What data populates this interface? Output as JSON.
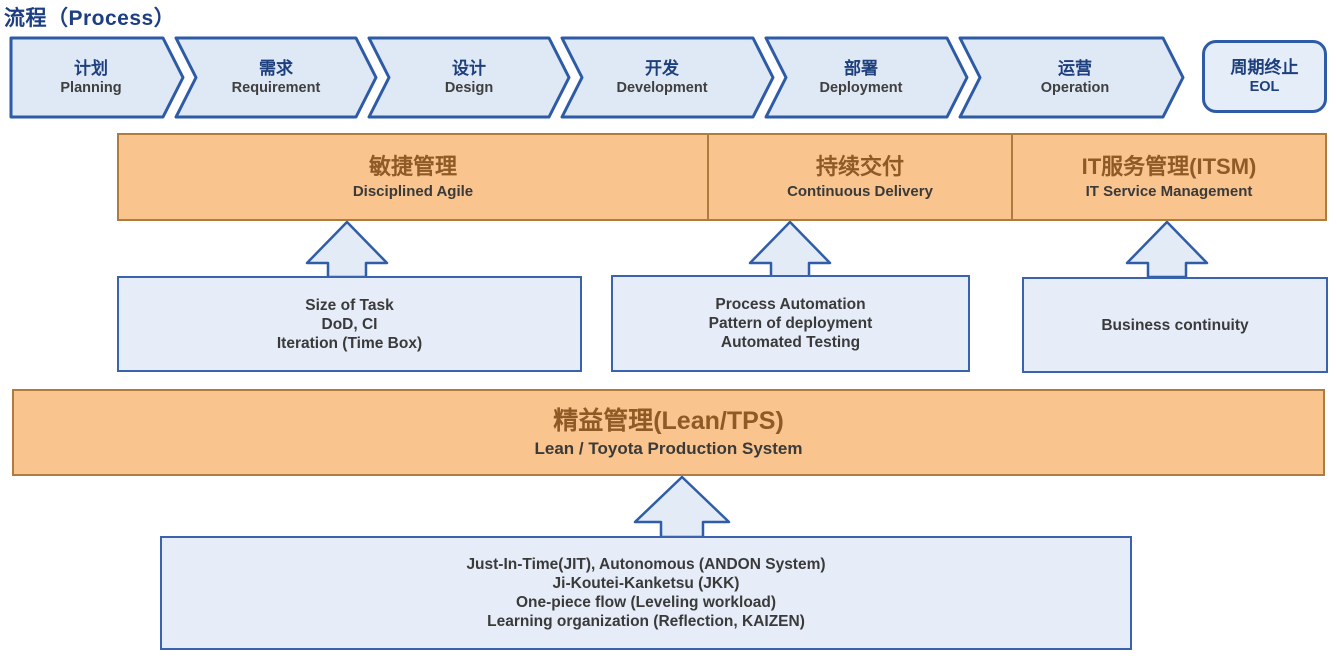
{
  "title": "流程（Process）",
  "colors": {
    "blue_border": "#2e5ba6",
    "blue_fill": "#dfe8f5",
    "blue_box_fill": "#e7edf8",
    "blue_box_border": "#3a63ad",
    "blue_text": "#1e3f7d",
    "orange_fill": "#f9c48d",
    "orange_border": "#ae7c3e",
    "brown_text": "#8f5a25",
    "dark_text": "#3a3a3a"
  },
  "process_steps": [
    {
      "zh": "计划",
      "en": "Planning"
    },
    {
      "zh": "需求",
      "en": "Requirement"
    },
    {
      "zh": "设计",
      "en": "Design"
    },
    {
      "zh": "开发",
      "en": "Development"
    },
    {
      "zh": "部署",
      "en": "Deployment"
    },
    {
      "zh": "运营",
      "en": "Operation"
    }
  ],
  "eol": {
    "zh": "周期终止",
    "en": "EOL"
  },
  "method_bar": {
    "sections": [
      {
        "zh": "敏捷管理",
        "en": "Disciplined Agile"
      },
      {
        "zh": "持续交付",
        "en": "Continuous Delivery"
      },
      {
        "zh": "IT服务管理(ITSM)",
        "en": "IT Service Management"
      }
    ]
  },
  "practice_boxes": [
    {
      "lines": [
        "Size of Task",
        "DoD, CI",
        "Iteration (Time Box)"
      ]
    },
    {
      "lines": [
        "Process Automation",
        "Pattern of deployment",
        "Automated Testing"
      ]
    },
    {
      "lines": [
        "Business continuity"
      ]
    }
  ],
  "lean_bar": {
    "zh": "精益管理(Lean/TPS)",
    "en": "Lean / Toyota Production System"
  },
  "lean_practices": {
    "lines": [
      "Just-In-Time(JIT), Autonomous (ANDON System)",
      "Ji-Koutei-Kanketsu (JKK)",
      "One-piece flow (Leveling workload)",
      "Learning organization (Reflection, KAIZEN)"
    ]
  }
}
